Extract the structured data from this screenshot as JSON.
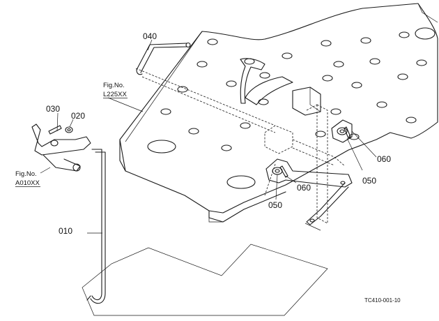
{
  "parts": [
    {
      "id": "p040",
      "code": "040"
    },
    {
      "id": "p030",
      "code": "030"
    },
    {
      "id": "p020",
      "code": "020"
    },
    {
      "id": "p010",
      "code": "010"
    },
    {
      "id": "p050a",
      "code": "050"
    },
    {
      "id": "p050b",
      "code": "050"
    },
    {
      "id": "p060a",
      "code": "060"
    },
    {
      "id": "p060b",
      "code": "060"
    }
  ],
  "figure_refs": [
    {
      "line1": "Fig.No.",
      "line2": "L225XX"
    },
    {
      "line1": "Fig.No.",
      "line2": "A010XX"
    }
  ],
  "diagram_code": "TC410-001-10"
}
